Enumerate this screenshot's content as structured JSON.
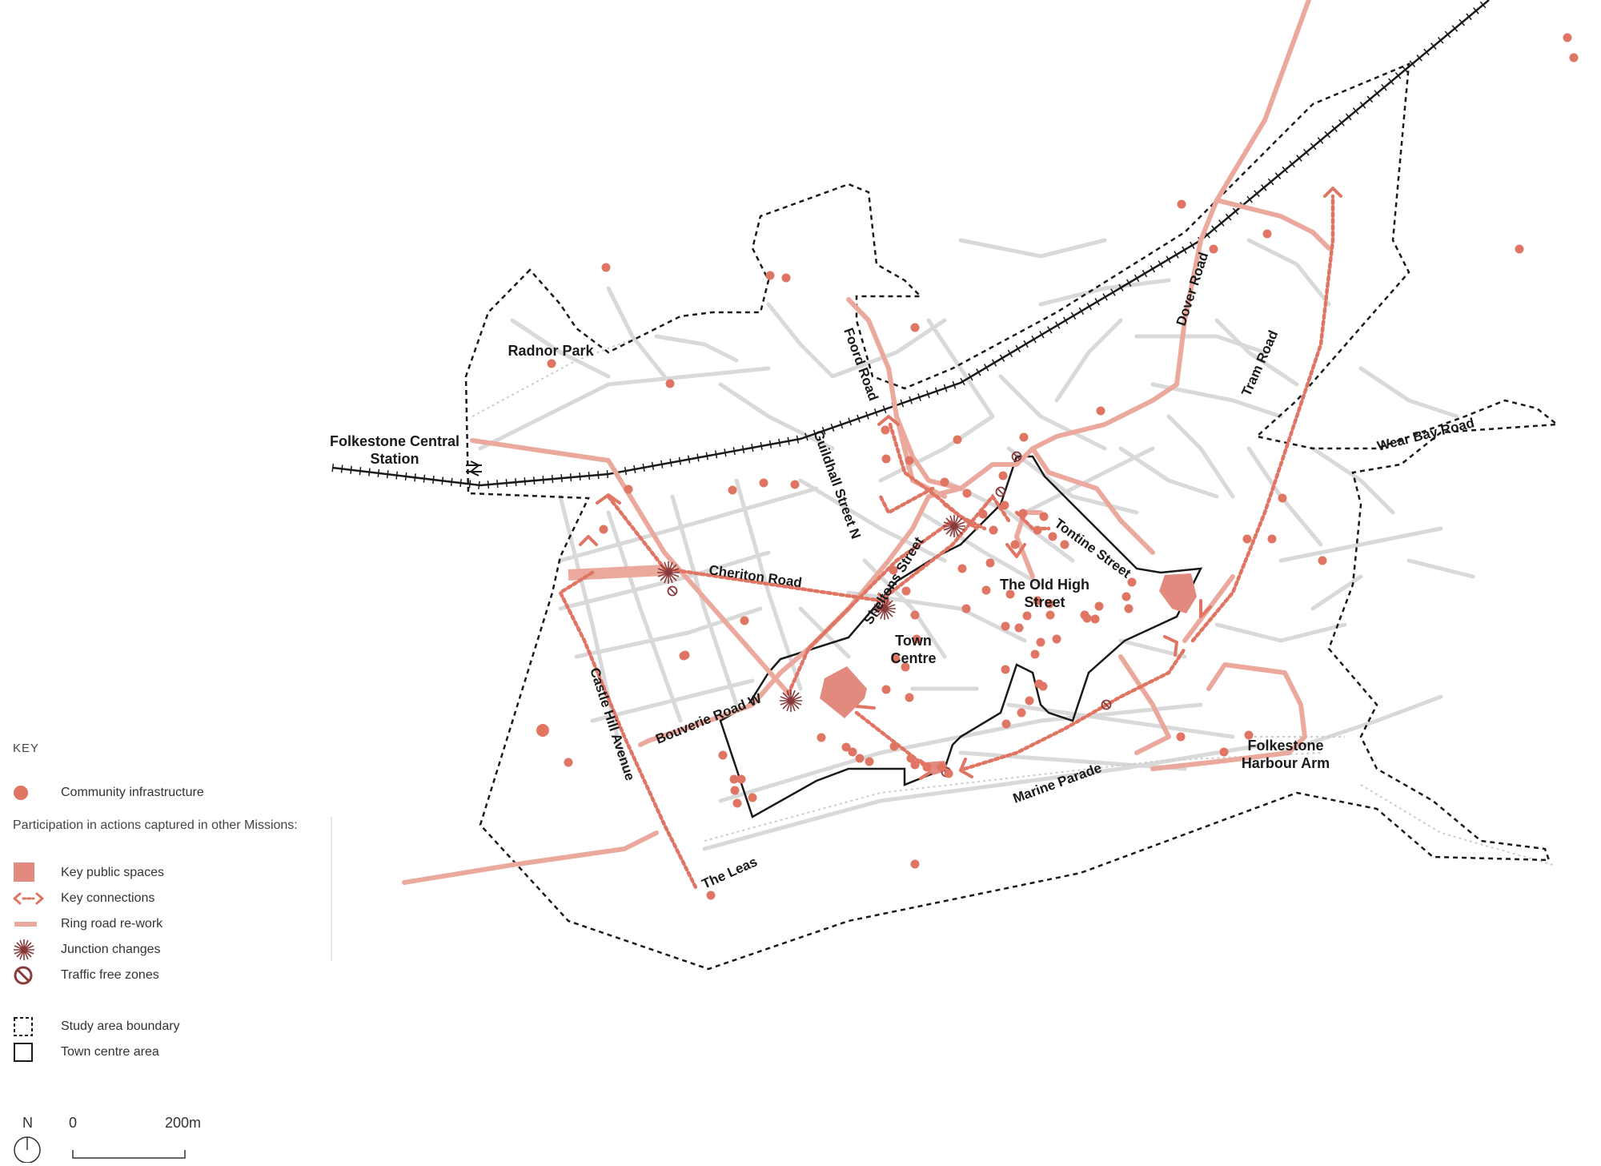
{
  "map": {
    "place_labels": {
      "radnor_park": "Radnor Park",
      "station_line1": "Folkestone Central",
      "station_line2": "Station",
      "town_centre_1": "Town",
      "town_centre_2": "Centre",
      "old_high_1": "The Old High",
      "old_high_2": "Street",
      "harbour_1": "Folkestone",
      "harbour_2": "Harbour Arm"
    },
    "street_labels": {
      "foord": "Foord Road",
      "guildhall": "Guildhall Street N",
      "dover": "Dover Road",
      "tram": "Tram Road",
      "wear_bay": "Wear Bay Road",
      "cheriton": "Cheriton Road",
      "sheltons": "Sheltons Street",
      "tontine": "Tontine Street",
      "bouverie": "Bouverie Road W",
      "castle_hill": "Castle Hill Avenue",
      "marine": "Marine Parade",
      "leas": "The Leas"
    },
    "colors": {
      "accent": "#e07563",
      "ring_road": "#eba99e",
      "public_space": "#e38a7e",
      "junction": "#8a3a3a",
      "roads": "#d9d9d9",
      "boundary": "#1a1a1a"
    }
  },
  "key": {
    "title": "KEY",
    "community": "Community infrastructure",
    "participation_note": "Participation in actions captured in other Missions:",
    "public_spaces": "Key public spaces",
    "connections": "Key connections",
    "ring_road": "Ring road re-work",
    "junctions": "Junction changes",
    "traffic_free": "Traffic free zones",
    "study_area": "Study area boundary",
    "town_centre": "Town centre area"
  },
  "scale": {
    "north": "N",
    "zero": "0",
    "distance": "200m"
  }
}
